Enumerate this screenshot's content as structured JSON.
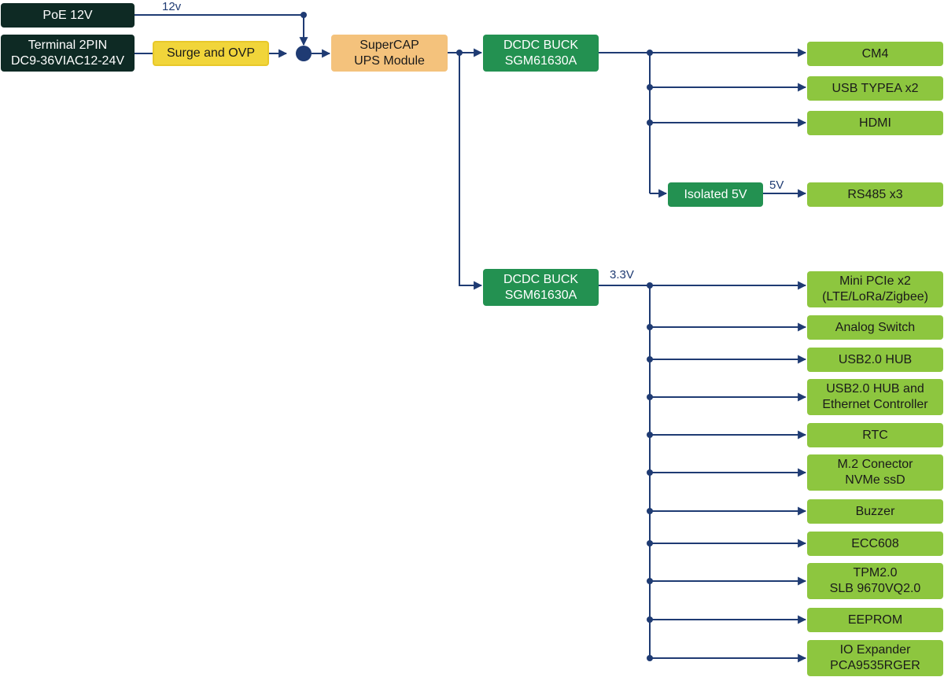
{
  "colors": {
    "wire": "#1f3b73",
    "dark": "#0e2a24",
    "yellow": "#f1d53a",
    "orange": "#f4c27c",
    "green": "#239151",
    "lime": "#8dc63f"
  },
  "inputs": {
    "poe": "PoE 12V",
    "terminal_line1": "Terminal 2PIN",
    "terminal_line2": "DC9-36VIAC12-24V"
  },
  "surge": "Surge and OVP",
  "ups": {
    "line1": "SuperCAP",
    "line2": "UPS Module"
  },
  "buck1": {
    "line1": "DCDC BUCK",
    "line2": "SGM61630A"
  },
  "buck2": {
    "line1": "DCDC BUCK",
    "line2": "SGM61630A"
  },
  "isolated": "Isolated 5V",
  "labels": {
    "v12": "12v",
    "v5": "5V",
    "v33": "3.3V"
  },
  "rail5v_outputs": [
    {
      "line1": "CM4"
    },
    {
      "line1": "USB TYPEA x2"
    },
    {
      "line1": "HDMI"
    },
    {
      "line1": "RS485 x3"
    }
  ],
  "rail33_outputs": [
    {
      "line1": "Mini PCIe x2",
      "line2": "(LTE/LoRa/Zigbee)"
    },
    {
      "line1": "Analog Switch"
    },
    {
      "line1": "USB2.0 HUB"
    },
    {
      "line1": "USB2.0 HUB and",
      "line2": "Ethernet Controller"
    },
    {
      "line1": "RTC"
    },
    {
      "line1": "M.2 Conector",
      "line2": "NVMe ssD"
    },
    {
      "line1": "Buzzer"
    },
    {
      "line1": "ECC608"
    },
    {
      "line1": "TPM2.0",
      "line2": "SLB 9670VQ2.0"
    },
    {
      "line1": "EEPROM"
    },
    {
      "line1": "IO Expander",
      "line2": "PCA9535RGER"
    }
  ]
}
